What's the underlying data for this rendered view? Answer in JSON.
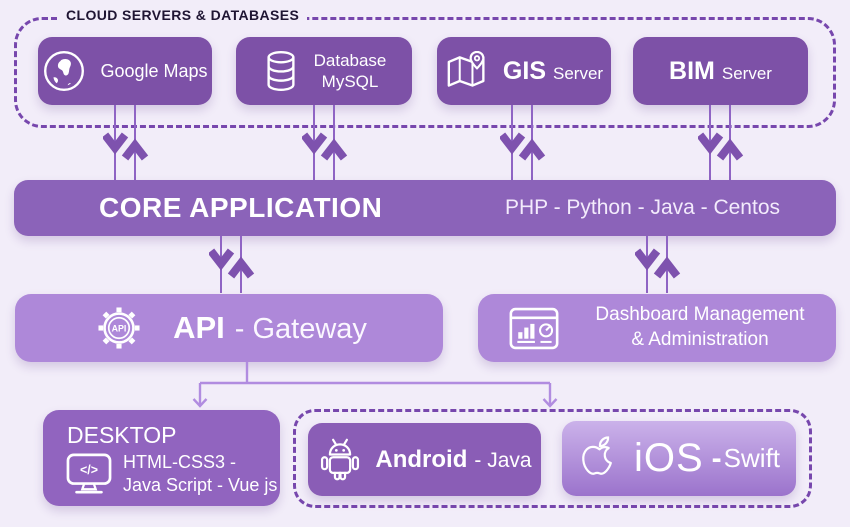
{
  "palette": {
    "background": "#f2edf9",
    "dark_box": "#7d51a7",
    "core_bar": "#8b63b9",
    "light_box": "#ae88d9",
    "desktop_box": "#9164bf",
    "android_box": "#8a5db6",
    "ios_gradient_top": "#cbb2ea",
    "ios_gradient_bottom": "#9b73cc",
    "dashed_border": "#7747ad",
    "chevron_arrow": "#7e52ae",
    "connector_line": "#8f64c4",
    "branch_arrow": "#b18ce0",
    "label_text": "#1f1533"
  },
  "cloud_section": {
    "label": "CLOUD SERVERS & DATABASES",
    "servers": [
      {
        "id": "google-maps",
        "icon": "globe-icon",
        "label": "Google Maps"
      },
      {
        "id": "database-mysql",
        "icon": "database-icon",
        "line1": "Database",
        "line2": "MySQL"
      },
      {
        "id": "gis-server",
        "icon": "map-pin-icon",
        "primary": "GIS",
        "secondary": "Server"
      },
      {
        "id": "bim-server",
        "primary": "BIM",
        "secondary": "Server"
      }
    ]
  },
  "core": {
    "title": "CORE APPLICATION",
    "stack": "PHP - Python - Java - Centos"
  },
  "middleware": {
    "api_gateway": {
      "icon": "api-gear-icon",
      "gear_text": "API",
      "primary": "API",
      "secondary": "- Gateway"
    },
    "dashboard": {
      "icon": "dashboard-icon",
      "line1": "Dashboard Management",
      "line2": "& Administration"
    }
  },
  "clients": {
    "desktop": {
      "title": "DESKTOP",
      "icon": "code-monitor-icon",
      "monitor_text": "</>",
      "line1": "HTML-CSS3 -",
      "line2": "Java Script - Vue js"
    },
    "mobile": {
      "android": {
        "icon": "android-icon",
        "primary": "Android",
        "secondary": "- Java"
      },
      "ios": {
        "icon": "apple-icon",
        "primary": "iOS",
        "dash": "-",
        "secondary": "Swift"
      }
    }
  }
}
